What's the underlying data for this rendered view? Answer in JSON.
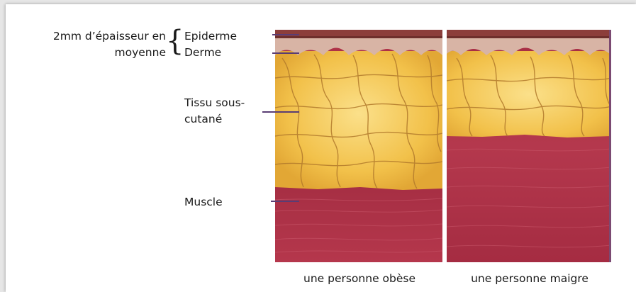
{
  "labels": {
    "thickness_line1": "2mm d’épaisseur en",
    "thickness_line2": "moyenne",
    "epiderme": "Epiderme",
    "derme": "Derme",
    "tissu_line1": "Tissu sous-",
    "tissu_line2": "cutané",
    "muscle": "Muscle"
  },
  "captions": {
    "obese": "une personne obèse",
    "thin": "une personne maigre"
  },
  "colors": {
    "epidermis": "#8a3b3a",
    "dermis": "#d7b3a4",
    "fat": "#f1c04a",
    "fat_lines": "#b07a2a",
    "muscle": "#a82f45",
    "marker": "#5a3d74"
  }
}
